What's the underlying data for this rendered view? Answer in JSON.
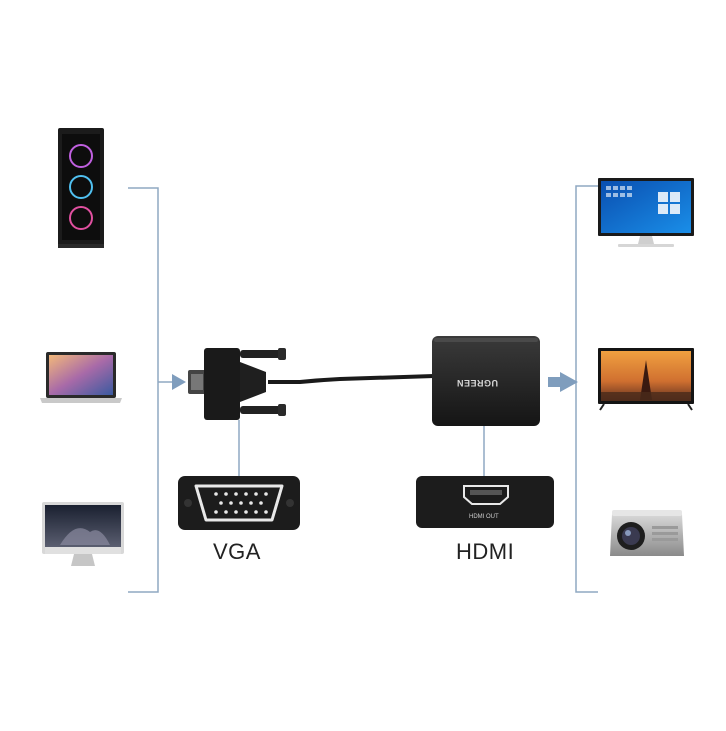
{
  "labels": {
    "vga": "VGA",
    "hdmi": "HDMI",
    "brand": "UGREEN",
    "hdmi_port": "HDMI OUT"
  },
  "sources": [
    {
      "name": "desktop-tower",
      "icon": "pc-tower-icon"
    },
    {
      "name": "laptop",
      "icon": "laptop-icon"
    },
    {
      "name": "all-in-one",
      "icon": "imac-icon"
    }
  ],
  "outputs": [
    {
      "name": "monitor",
      "icon": "monitor-icon"
    },
    {
      "name": "tv",
      "icon": "tv-icon"
    },
    {
      "name": "projector",
      "icon": "projector-icon"
    }
  ],
  "colors": {
    "bracket": "#8fa8c2",
    "arrow": "#7f9dbd",
    "device_dark": "#1e1e1e",
    "cable": "#1a1a1a"
  }
}
